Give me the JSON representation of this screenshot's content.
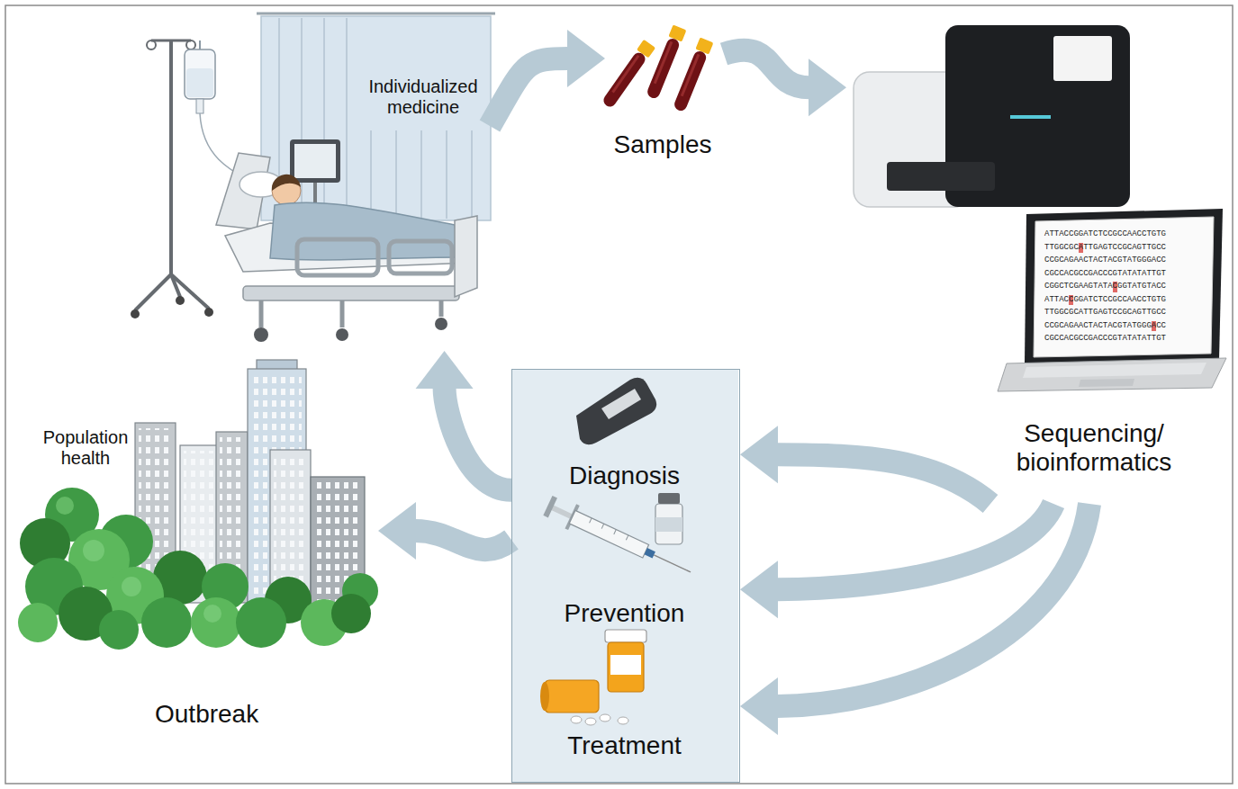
{
  "diagram": {
    "nodes": [
      {
        "text": [
          "Individualized medicine"
        ]
      },
      {
        "text": [
          "Samples"
        ]
      },
      {
        "text": [
          "Sequencing/ bioinformatics"
        ]
      },
      {
        "text": [
          "Diagnosis",
          "Prevention",
          "Treatment"
        ]
      },
      {
        "text": [
          "Population health",
          "Outbreak"
        ]
      }
    ],
    "edges": [
      {
        "from": 0,
        "to": 1,
        "arrow": "to"
      },
      {
        "from": 1,
        "to": 2,
        "arrow": "to"
      },
      {
        "from": 2,
        "to": 3,
        "arrow": "to"
      },
      {
        "from": 2,
        "to": 3,
        "arrow": "to"
      },
      {
        "from": 2,
        "to": 3,
        "arrow": "to"
      },
      {
        "from": 3,
        "to": 0,
        "arrow": "to"
      },
      {
        "from": 3,
        "to": 4,
        "arrow": "to"
      }
    ],
    "labels": [
      "ATTACCGGATCTCCGCCAACCTGTG",
      "TTGGCGCATTGAGTCCGCAGTTGCC",
      "CCGCAGAACTACTACGTATGGGACC",
      "CGCCACGCCGACCCGTATATATTGT",
      "CGGCTCGAAGTATACGGTATGTACC",
      "ATTACCGGATCTCCGCCAACCTGTG",
      "TTGGCGCATTGAGTCCGCAGTTGCC",
      "CCGCAGAACTACTACGTATGGGACC",
      "CGCCACGCCGACCCGTATATATTGT"
    ]
  }
}
